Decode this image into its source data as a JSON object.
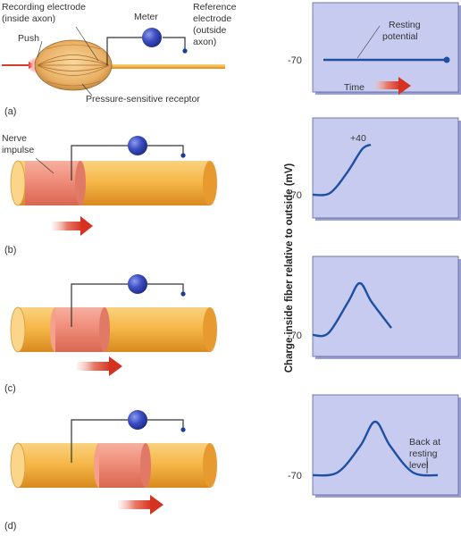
{
  "panel_a": {
    "recording_electrode": [
      "Recording electrode",
      "(inside axon)"
    ],
    "meter": "Meter",
    "reference_electrode": [
      "Reference",
      "electrode",
      "(outside",
      "axon)"
    ],
    "push": "Push",
    "receptor": "Pressure-sensitive receptor",
    "tag": "(a)"
  },
  "panel_b": {
    "impulse": [
      "Nerve",
      "impulse"
    ],
    "tag": "(b)"
  },
  "panel_c": {
    "tag": "(c)"
  },
  "panel_d": {
    "tag": "(d)"
  },
  "y_axis_label": "Charge inside fiber relative to outside (mV)",
  "colors": {
    "axon": "#f6b84a",
    "impulse": "#ef8d7a",
    "graph_bg": "#c8cbf0",
    "trace": "#1d4fa3",
    "arrow": "#dd3b2a",
    "meter": "#2f3fb0"
  },
  "chart_data": [
    {
      "type": "line",
      "panel": "a",
      "ytick": "-70",
      "annotations": [
        "Resting",
        "potential"
      ],
      "xlabel": "Time",
      "series": [
        {
          "x": [
            0,
            1
          ],
          "y": [
            -70,
            -70
          ]
        }
      ]
    },
    {
      "type": "line",
      "panel": "b",
      "ytick": "-70",
      "annotations": [
        "+40"
      ],
      "series": [
        {
          "x": [
            0,
            0.3,
            0.6,
            0.85,
            1
          ],
          "y": [
            -70,
            -66,
            -20,
            30,
            40
          ]
        }
      ]
    },
    {
      "type": "line",
      "panel": "c",
      "ytick": "-70",
      "annotations": [],
      "series": [
        {
          "x": [
            0,
            0.2,
            0.45,
            0.6,
            0.75,
            1
          ],
          "y": [
            -70,
            -66,
            0,
            40,
            0,
            -55
          ]
        }
      ]
    },
    {
      "type": "line",
      "panel": "d",
      "ytick": "-70",
      "annotations": [
        "Back at",
        "resting",
        "level"
      ],
      "series": [
        {
          "x": [
            0,
            0.2,
            0.38,
            0.5,
            0.62,
            0.8,
            1
          ],
          "y": [
            -70,
            -64,
            -10,
            40,
            -10,
            -64,
            -70
          ]
        }
      ]
    }
  ]
}
